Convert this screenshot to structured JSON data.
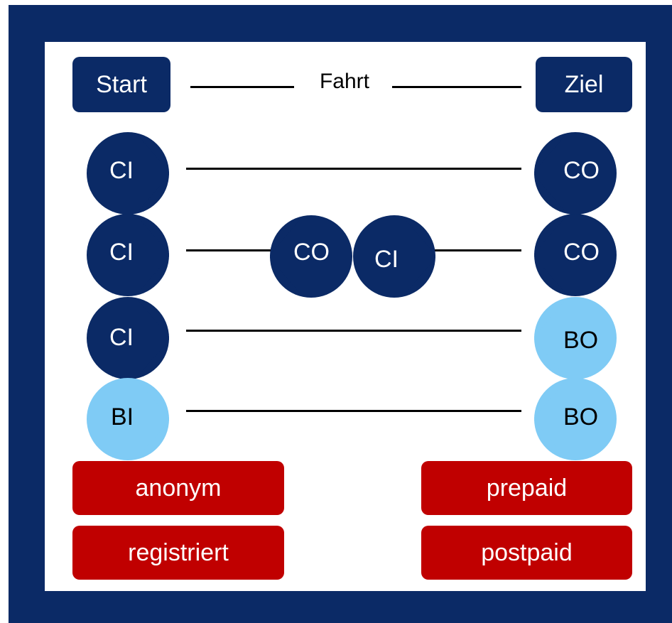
{
  "colors": {
    "frame": "#0b2a66",
    "panel": "#ffffff",
    "dark_marker": "#0b2a66",
    "light_marker": "#7fcbf5",
    "payment_box": "#c00000",
    "line": "#000000"
  },
  "header": {
    "start_label": "Start",
    "trip_label": "Fahrt",
    "end_label": "Ziel"
  },
  "rows": [
    {
      "left": "CI",
      "right": "CO"
    },
    {
      "left": "CI",
      "mid_left": "CO",
      "mid_right": "CI",
      "right": "CO"
    },
    {
      "left": "CI",
      "right": "BO"
    },
    {
      "left": "BI",
      "right": "BO"
    }
  ],
  "bottom": {
    "left_top": "anonym",
    "left_bottom": "registriert",
    "right_top": "prepaid",
    "right_bottom": "postpaid"
  }
}
